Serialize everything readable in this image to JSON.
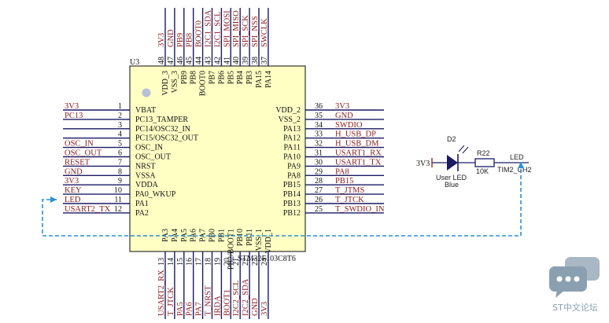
{
  "chip": {
    "ref": "U3",
    "part": "STM32F103C8T6",
    "left_pins": [
      {
        "num": "1",
        "name": "VBAT",
        "net": "3V3"
      },
      {
        "num": "2",
        "name": "PC13_TAMPER",
        "net": "PC13"
      },
      {
        "num": "3",
        "name": "PC14/OSC32_IN",
        "net": ""
      },
      {
        "num": "4",
        "name": "PC15/OSC32_OUT",
        "net": ""
      },
      {
        "num": "5",
        "name": "OSC_IN",
        "net": "OSC_IN"
      },
      {
        "num": "6",
        "name": "OSC_OUT",
        "net": "OSC_OUT"
      },
      {
        "num": "7",
        "name": "NRST",
        "net": "RESET"
      },
      {
        "num": "8",
        "name": "VSSA",
        "net": "GND"
      },
      {
        "num": "9",
        "name": "VDDA",
        "net": "3V3"
      },
      {
        "num": "10",
        "name": "PA0_WKUP",
        "net": "KEY"
      },
      {
        "num": "11",
        "name": "PA1",
        "net": "LED"
      },
      {
        "num": "12",
        "name": "PA2",
        "net": "USART2_TX"
      }
    ],
    "right_pins": [
      {
        "num": "36",
        "name": "VDD_2",
        "net": "3V3"
      },
      {
        "num": "35",
        "name": "VSS_2",
        "net": "GND"
      },
      {
        "num": "34",
        "name": "PA13",
        "net": "SWDIO"
      },
      {
        "num": "33",
        "name": "PA12",
        "net": "H_USB_DP"
      },
      {
        "num": "32",
        "name": "PA11",
        "net": "H_USB_DM"
      },
      {
        "num": "31",
        "name": "PA10",
        "net": "USART1_RX"
      },
      {
        "num": "30",
        "name": "PA9",
        "net": "USART1_TX"
      },
      {
        "num": "29",
        "name": "PA8",
        "net": "PA8"
      },
      {
        "num": "28",
        "name": "PB15",
        "net": "PB15"
      },
      {
        "num": "27",
        "name": "PB14",
        "net": "T_JTMS"
      },
      {
        "num": "26",
        "name": "PB13",
        "net": "T_JTCK"
      },
      {
        "num": "25",
        "name": "PB12",
        "net": "T_SWDIO_IN"
      }
    ],
    "top_pins": [
      {
        "num": "48",
        "name": "VDD_3",
        "net": "3V3"
      },
      {
        "num": "47",
        "name": "VSS_3",
        "net": "GND"
      },
      {
        "num": "46",
        "name": "PB9",
        "net": "PB9"
      },
      {
        "num": "45",
        "name": "PB8",
        "net": "PB8"
      },
      {
        "num": "44",
        "name": "BOOT0",
        "net": "BOOT0"
      },
      {
        "num": "43",
        "name": "PB7",
        "net": "I2C1_SDA"
      },
      {
        "num": "42",
        "name": "PB6",
        "net": "I2C1_SCL"
      },
      {
        "num": "41",
        "name": "PB5",
        "net": "SPI_MOSI"
      },
      {
        "num": "40",
        "name": "PB4",
        "net": "SPI_MISO"
      },
      {
        "num": "39",
        "name": "PB3",
        "net": "SPI_SCK"
      },
      {
        "num": "38",
        "name": "PA15",
        "net": "SPI_NSS"
      },
      {
        "num": "37",
        "name": "PA14",
        "net": "SWCLK"
      }
    ],
    "bottom_pins": [
      {
        "num": "13",
        "name": "PA3",
        "net": "USART2_RX"
      },
      {
        "num": "14",
        "name": "PA4",
        "net": "T_JTCK"
      },
      {
        "num": "15",
        "name": "PA5",
        "net": "PA5"
      },
      {
        "num": "16",
        "name": "PA6",
        "net": "PA6"
      },
      {
        "num": "17",
        "name": "PA7",
        "net": "PA7"
      },
      {
        "num": "18",
        "name": "PB0",
        "net": "T_NRST"
      },
      {
        "num": "19",
        "name": "PB1",
        "net": "IRDA"
      },
      {
        "num": "20",
        "name": "PB2/BOOT1",
        "net": "BOOT1"
      },
      {
        "num": "21",
        "name": "PB10",
        "net": "I2C2_SCL"
      },
      {
        "num": "22",
        "name": "PB11",
        "net": "I2C2_SDA"
      },
      {
        "num": "23",
        "name": "VSS_1",
        "net": "GND"
      },
      {
        "num": "24",
        "name": "VDD_1",
        "net": "3V3"
      }
    ]
  },
  "led_circuit": {
    "supply_label": "3V3",
    "led_ref": "D2",
    "led_name": "User LED",
    "led_color": "Blue",
    "resistor_ref": "R22",
    "resistor_value": "10K",
    "net_label": "LED",
    "timer_label": "TIM2_CH2"
  },
  "colors": {
    "pin_line": "#1a1a66",
    "net_text": "#8b1a1a",
    "chip_body": "#ffffc4",
    "dashed_wire": "#2b8fd6",
    "watermark": "#8aa0b0"
  },
  "watermark": {
    "text": "ST中文论坛",
    "icon": "chat-bubble-icon"
  }
}
